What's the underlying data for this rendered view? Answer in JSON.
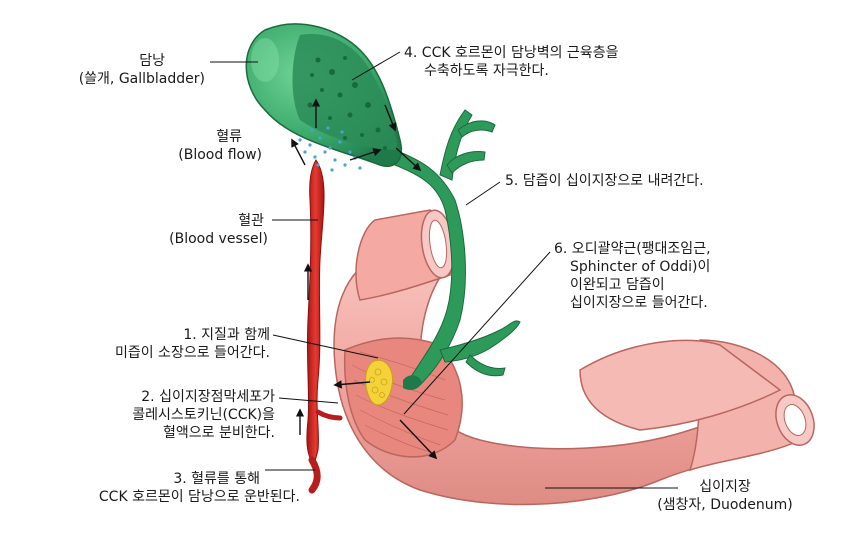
{
  "labels": {
    "gallbladder": {
      "line1": "담낭",
      "line2": "(쓸개, Gallbladder)"
    },
    "blood_flow": {
      "line1": "혈류",
      "line2": "(Blood flow)"
    },
    "blood_vessel": {
      "line1": "혈관",
      "line2": "(Blood vessel)"
    },
    "step1": {
      "line1": "1. 지질과 함께",
      "line2": "미즙이 소장으로 들어간다."
    },
    "step2": {
      "line1": "2. 십이지장점막세포가",
      "line2": "콜레시스토키닌(CCK)을",
      "line3": "혈액으로 분비한다."
    },
    "step3": {
      "line1": "3. 혈류를 통해",
      "line2": "CCK 호르몬이 담낭으로 운반된다."
    },
    "step4": {
      "line1": "4. CCK 호르몬이 담낭벽의 근육층을",
      "line2": "수축하도록 자극한다."
    },
    "step5": {
      "line1": "5. 담즙이 십이지장으로 내려간다."
    },
    "step6": {
      "line1": "6. 오디괄약근(팽대조임근,",
      "line2": "Sphincter of Oddi)이",
      "line3": "이완되고 담즙이",
      "line4": "십이지장으로 들어간다."
    },
    "duodenum": {
      "line1": "십이지장",
      "line2": "(샘창자, Duodenum)"
    }
  },
  "colors": {
    "gallbladder": "#3aa86a",
    "gallbladder_dark": "#1f7a4a",
    "bile_duct": "#2e9a5a",
    "duodenum": "#f2a6a0",
    "duodenum_dark": "#d98178",
    "mucosa": "#e7877d",
    "vessel": "#d32222",
    "fat": "#f5d23a"
  }
}
